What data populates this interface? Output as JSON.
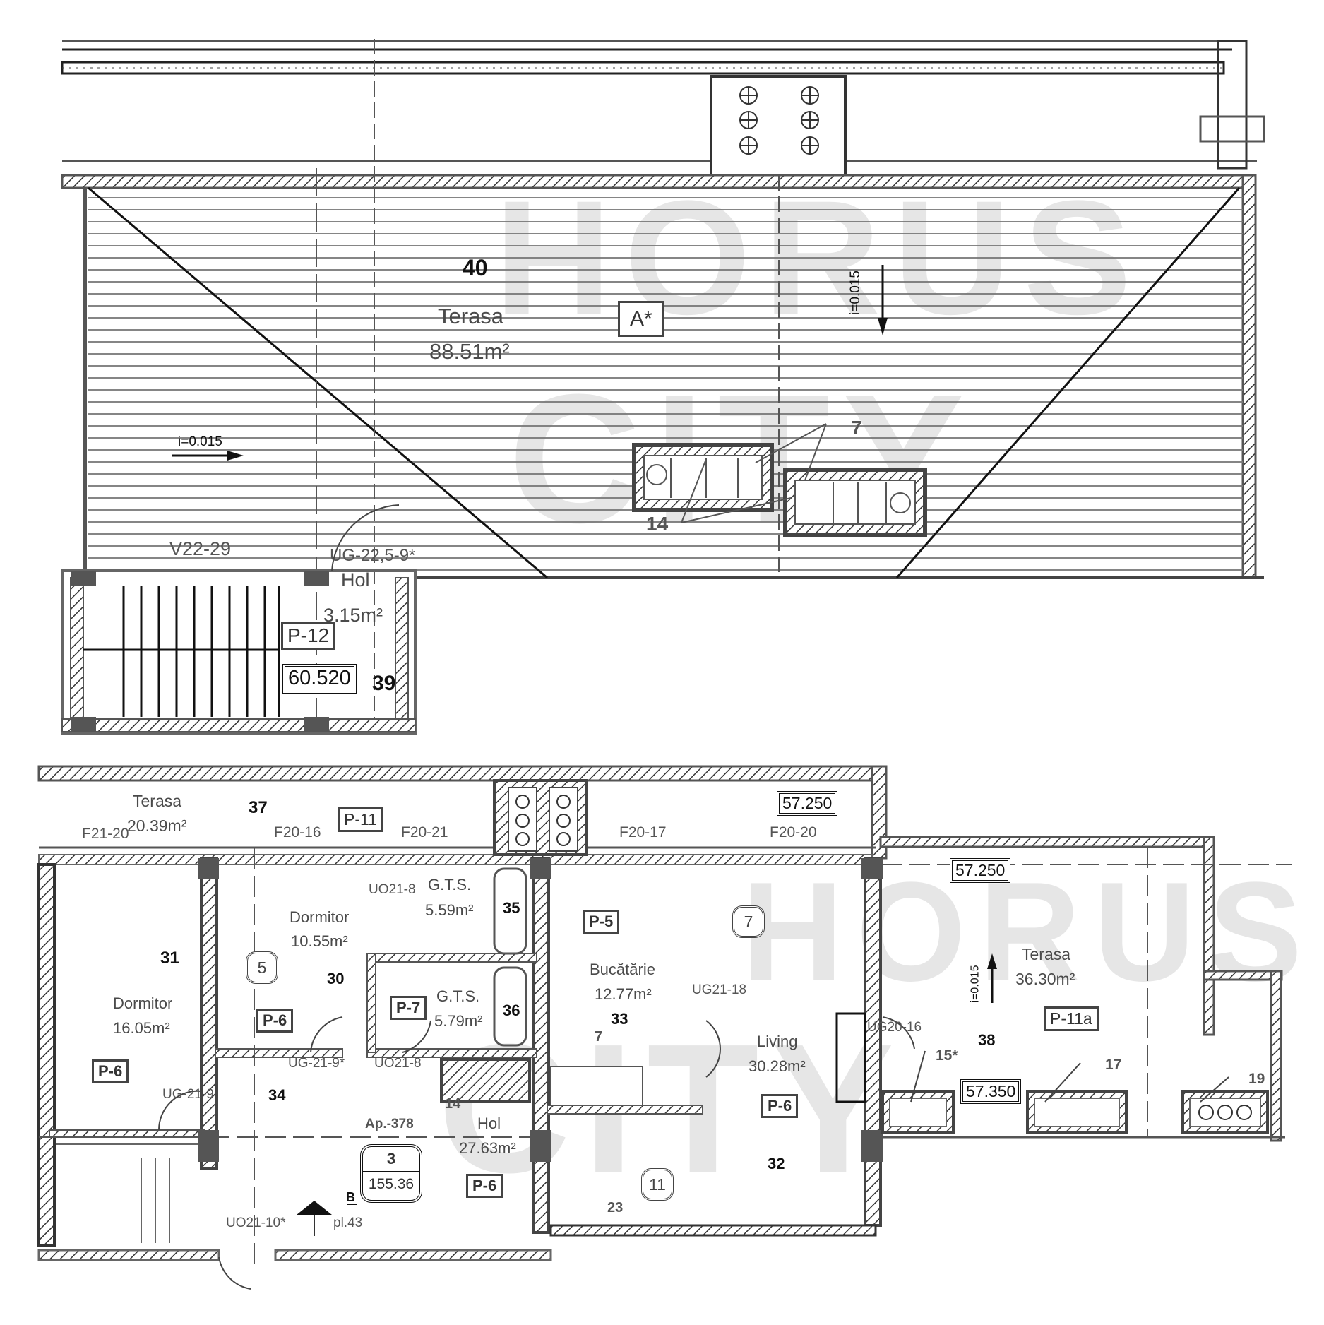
{
  "watermark": {
    "line1": "HORUS",
    "line2": "CITY"
  },
  "upper_plan": {
    "terrace": {
      "number": "40",
      "name": "Terasa",
      "area": "88.51m²",
      "tag": "A*"
    },
    "slope_left": "i=0.015",
    "slope_right": "i=0.015",
    "skylight_callouts": [
      "7",
      "14"
    ],
    "window_code": "V22-29",
    "door_code": "UG-22,5-9*",
    "hall": {
      "number": "39",
      "name": "Hol",
      "area": "3.15m²",
      "tag": "P-12",
      "level": "60.520"
    }
  },
  "lower_plan": {
    "top_terrace": {
      "number": "37",
      "name": "Terasa",
      "area": "20.39m²",
      "tag": "P-11",
      "level": "57.250"
    },
    "window_codes": [
      "F21-20",
      "F20-16",
      "F20-21",
      "F20-17",
      "F20-20"
    ],
    "rooms": [
      {
        "number": "31",
        "name": "Dormitor",
        "area": "16.05m²",
        "tag": "P-6"
      },
      {
        "number": "30",
        "name": "Dormitor",
        "area": "10.55m²",
        "tag": "P-6",
        "circle_tag": "5"
      },
      {
        "number": "35",
        "name": "G.T.S.",
        "area": "5.59m²"
      },
      {
        "number": "36",
        "name": "G.T.S.",
        "area": "5.79m²",
        "tag": "P-7"
      },
      {
        "number": "33",
        "name": "Bucătărie",
        "area": "12.77m²",
        "tag": "P-5",
        "circle_tag": "7"
      },
      {
        "number": "32",
        "name": "Living",
        "area": "30.28m²",
        "tag": "P-6",
        "circle_tag": "11"
      },
      {
        "number": "34",
        "name": "Hol",
        "area": "27.63m²",
        "tag": "P-6"
      },
      {
        "number": "38",
        "name": "Terasa",
        "area": "36.30m²",
        "tag": "P-11a",
        "level": "57.250",
        "level2": "57.350"
      }
    ],
    "door_codes": {
      "uo21_8_top": "UO21-8",
      "uo21_8_bottom": "UO21-8",
      "ug21_9_star": "UG-21-9*",
      "ug21_9": "UG-21-9",
      "ug21_18": "UG21-18",
      "ug20_16": "UG20-16",
      "uo21_10": "UO21-10*"
    },
    "apartment": {
      "label": "Ap.-378",
      "rooms": "3",
      "area": "155.36"
    },
    "section_marker": {
      "letter": "B",
      "sheet": "pl.43"
    },
    "callouts": {
      "c7": "7",
      "c14": "14",
      "c15": "15*",
      "c17": "17",
      "c19": "19",
      "c23": "23"
    },
    "slope": "i=0.015"
  },
  "colors": {
    "wall": "#555555",
    "hatch": "#333333",
    "watermark": "#e6e6e6",
    "line": "#666666"
  }
}
